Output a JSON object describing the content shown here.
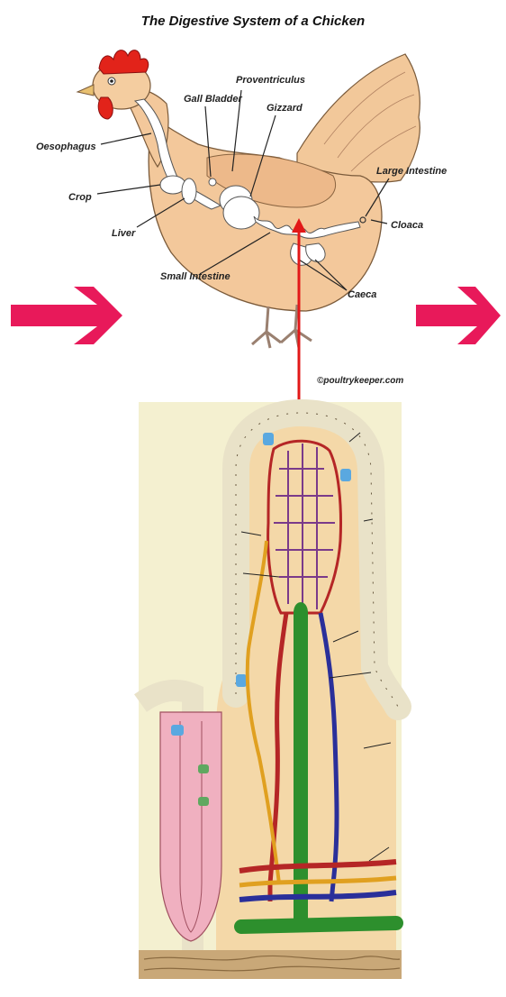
{
  "title": "The Digestive System of a Chicken",
  "credit": "©poultrykeeper.com",
  "labels": {
    "proventriculus": "Proventriculus",
    "gall_bladder": "Gall Bladder",
    "gizzard": "Gizzard",
    "oesophagus": "Oesophagus",
    "crop": "Crop",
    "liver": "Liver",
    "large_intestine": "Large Intestine",
    "cloaca": "Cloaca",
    "small_intestine": "Small Intestine",
    "caeca": "Caeca"
  },
  "colors": {
    "arrow": "#e8195a",
    "pointer": "#e21818",
    "artery": "#b52626",
    "vein": "#2a2f9a",
    "lacteal": "#2d8f2d",
    "nerve": "#e0a020",
    "epithelium": "#f4f0e0",
    "goblet_cell": "#5aa8e0",
    "crypt": "#f0b0c0",
    "lamina": "#f4d8a8",
    "background_panel": "#f4f0d0",
    "muscle": "#b8966a"
  }
}
